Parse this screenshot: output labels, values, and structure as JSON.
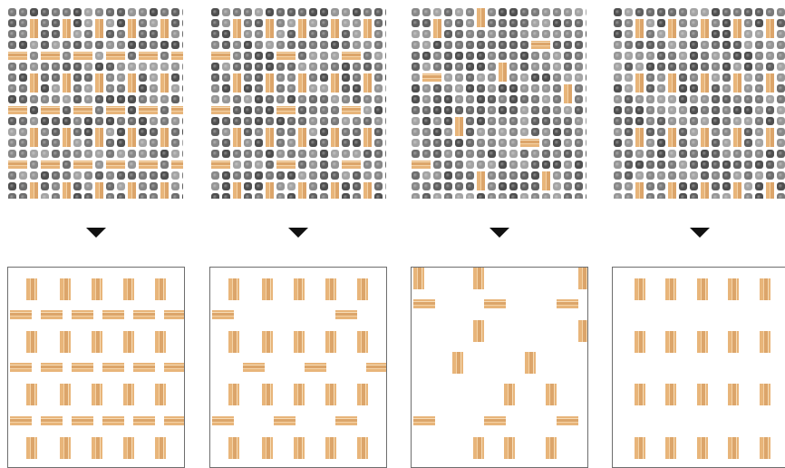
{
  "panels": [
    {
      "id": 1,
      "pattern": "dense-grid"
    },
    {
      "id": 2,
      "pattern": "vertical-dominant"
    },
    {
      "id": 3,
      "pattern": "sparse-random"
    },
    {
      "id": 4,
      "pattern": "vertical-columns"
    }
  ],
  "icons": [
    "down-arrow-icon",
    "down-arrow-icon",
    "down-arrow-icon",
    "down-arrow-icon"
  ],
  "colors": {
    "wood_tile": "#e8b57a",
    "stone_dark": "#5a5a5a",
    "stone_light": "#9a9a9a",
    "panel_border": "#6e6e6e",
    "arrow": "#111111",
    "background": "#ffffff"
  }
}
